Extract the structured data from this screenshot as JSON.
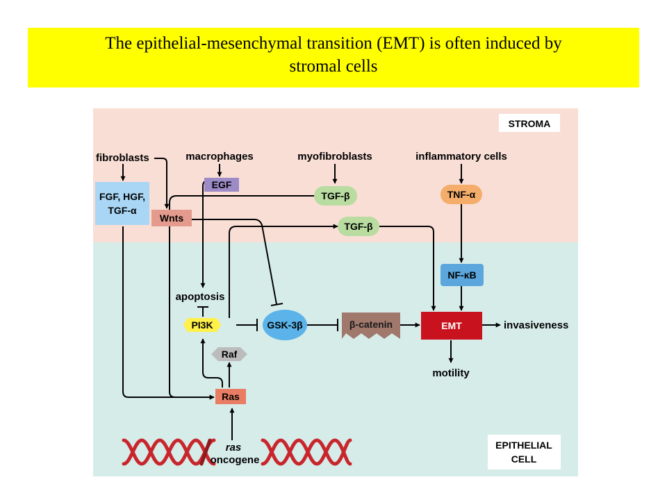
{
  "banner": {
    "line1": "The epithelial-mesenchymal transition (EMT) is often induced by",
    "line2": "stromal cells"
  },
  "diagram": {
    "region_labels": {
      "stroma": "STROMA",
      "epithelial_1": "EPITHELIAL",
      "epithelial_2": "CELL"
    },
    "sources": {
      "fibroblasts": "fibroblasts",
      "macrophages": "macrophages",
      "myofibroblasts": "myofibroblasts",
      "inflammatory": "inflammatory cells"
    },
    "nodes": {
      "fgf_1": "FGF, HGF,",
      "fgf_2": "TGF-α",
      "egf": "EGF",
      "wnts": "Wnts",
      "tgfb_top": "TGF-β",
      "tgfb_mid": "TGF-β",
      "tnf": "TNF-α",
      "nfkb": "NF-κB",
      "apoptosis": "apoptosis",
      "pi3k": "PI3K",
      "gsk3b": "GSK-3β",
      "bcatenin": "β-catenin",
      "emt": "EMT",
      "invasiveness": "invasiveness",
      "raf": "Raf",
      "motility": "motility",
      "ras": "Ras",
      "ras_onc_1": "ras",
      "ras_onc_2": "oncogene"
    },
    "colors": {
      "stroma_bg": "#f9ded6",
      "epithelial_bg": "#d6ece9",
      "banner": "#ffff00",
      "fgf_box": "#a9d6f5",
      "egf_box": "#9c8bc6",
      "wnts_box": "#e49b8e",
      "tgfb": "#b9dca0",
      "tnf": "#f4ad6a",
      "nfkb": "#5ba6dd",
      "pi3k": "#fff04a",
      "gsk3b": "#5bb3e9",
      "bcatenin": "#a0786c",
      "emt": "#c8121e",
      "raf": "#bcbcbc",
      "ras": "#e87d64",
      "dna": "#c8262c"
    }
  }
}
